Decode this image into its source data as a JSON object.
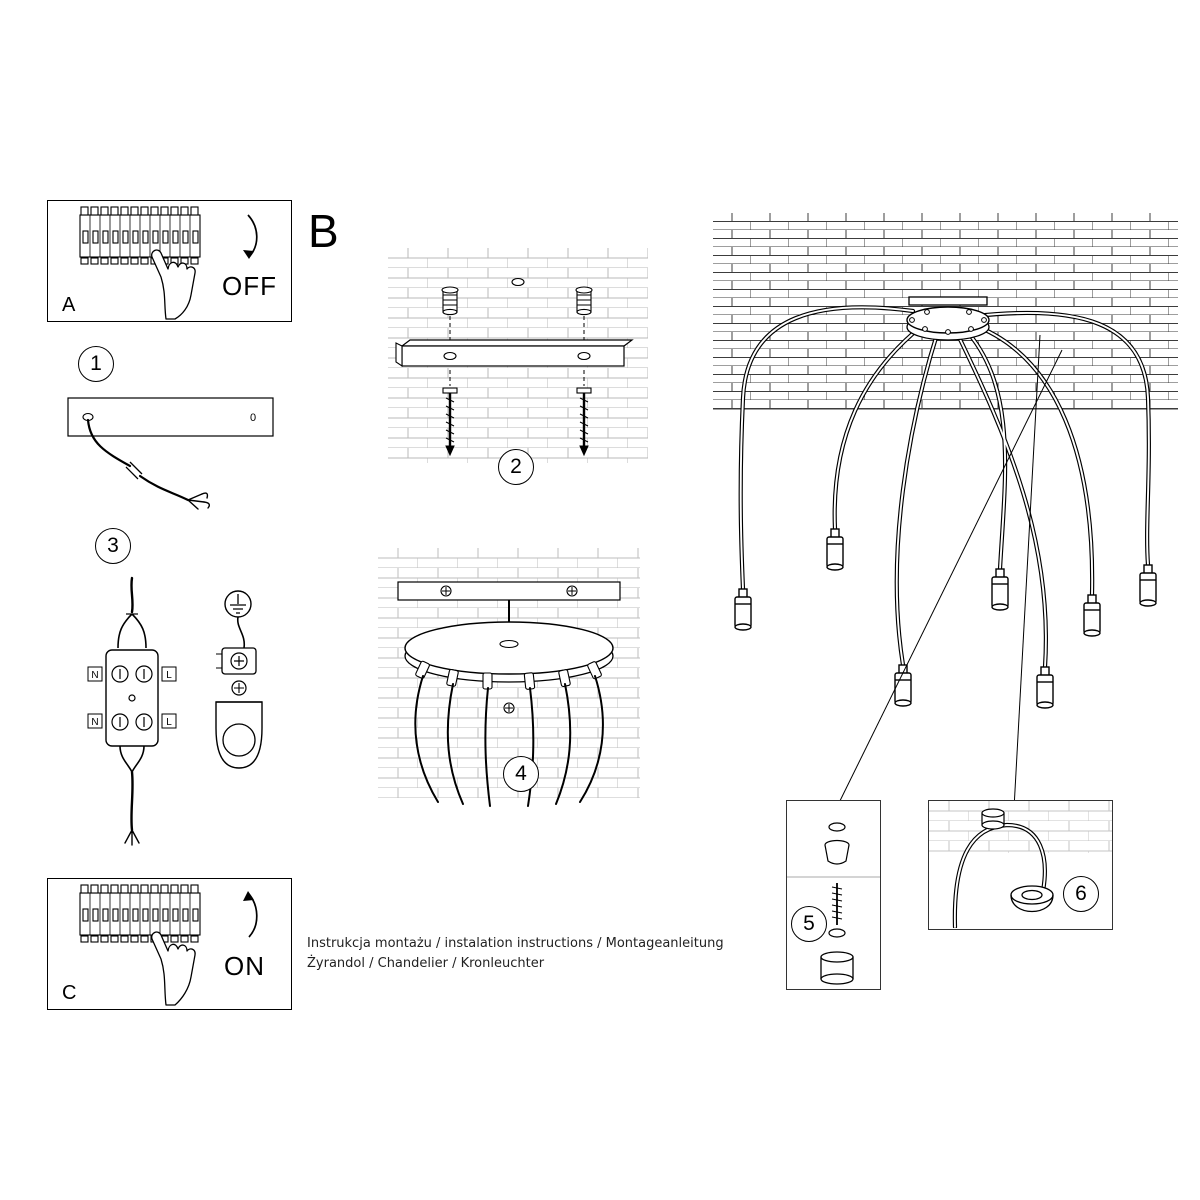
{
  "sheet": {
    "section_b_label": "B"
  },
  "panel_a": {
    "label": "A",
    "state": "OFF"
  },
  "panel_c": {
    "label": "C",
    "state": "ON"
  },
  "step_numbers": {
    "step1": "1",
    "step2": "2",
    "step3": "3",
    "step4": "4",
    "step5": "5",
    "step6": "6"
  },
  "step1": {
    "hole_label": "0"
  },
  "step3": {
    "terminal_labels": {
      "n_top": "N",
      "l_top": "L",
      "n_bottom": "N",
      "l_bottom": "L"
    }
  },
  "footer": {
    "line1": "Instrukcja montażu / instalation instructions / Montageanleitung",
    "line2": "Żyrandol / Chandelier / Kronleuchter"
  },
  "colors": {
    "ink": "#000000",
    "brick_light": "#b0b0b0",
    "brick_dark": "#3c3c3c"
  }
}
